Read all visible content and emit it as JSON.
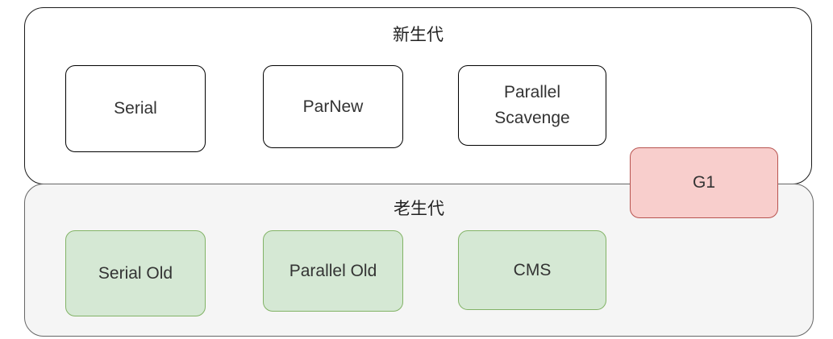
{
  "diagram": {
    "young_generation": {
      "title": "新生代",
      "collectors": [
        {
          "label": "Serial"
        },
        {
          "label": "ParNew"
        },
        {
          "label": "Parallel\nScavenge"
        }
      ]
    },
    "old_generation": {
      "title": "老生代",
      "collectors": [
        {
          "label": "Serial Old"
        },
        {
          "label": "Parallel Old"
        },
        {
          "label": "CMS"
        }
      ]
    },
    "cross_generation": {
      "label": "G1"
    },
    "colors": {
      "young_region_fill": "#ffffff",
      "old_region_fill": "#f5f5f5",
      "young_collector_fill": "#ffffff",
      "old_collector_fill": "#d5e8d4",
      "old_collector_stroke": "#82b366",
      "g1_fill": "#f8cecc",
      "g1_stroke": "#b85450"
    }
  }
}
